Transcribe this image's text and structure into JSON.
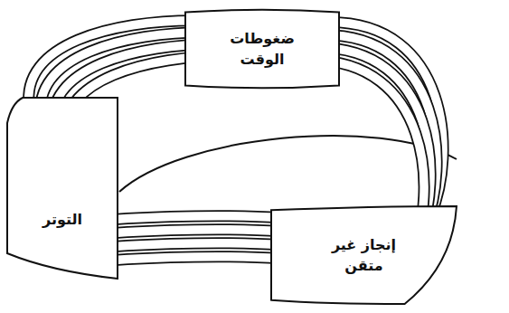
{
  "diagram": {
    "nodes": [
      {
        "text": [
          "ضغوطات الوقت"
        ]
      },
      {
        "text": [
          "إنجاز غير متقن"
        ]
      },
      {
        "text": [
          "التوتر"
        ]
      }
    ],
    "edges": [
      {
        "from": 0,
        "to": 1,
        "arrow": "none"
      },
      {
        "from": 1,
        "to": 2,
        "arrow": "none"
      },
      {
        "from": 2,
        "to": 0,
        "arrow": "none"
      }
    ]
  }
}
